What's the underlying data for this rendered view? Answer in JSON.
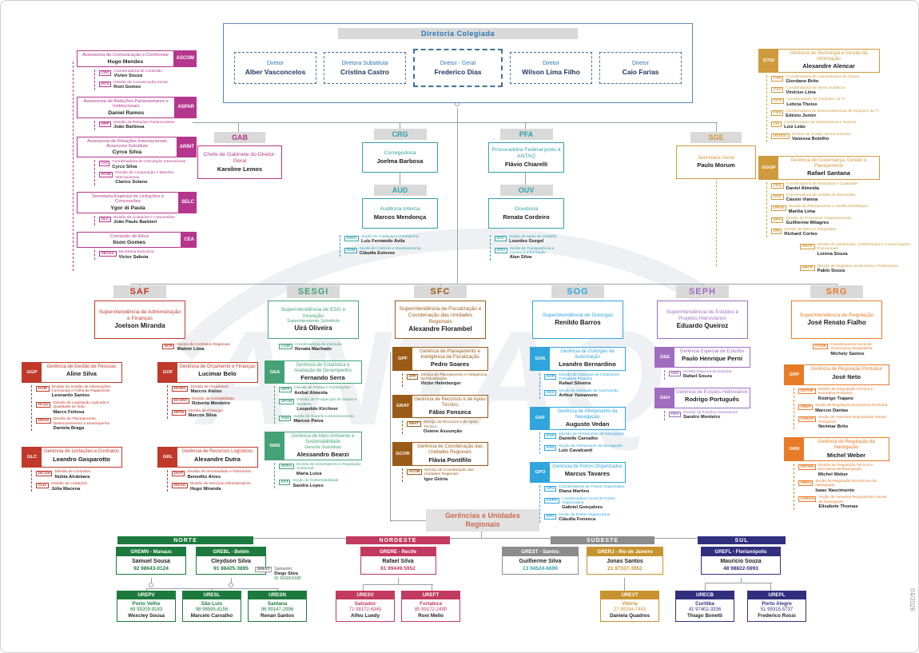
{
  "page": {
    "watermark": "ANTAQ",
    "date_note": "04/2026"
  },
  "colors": {
    "magenta": "#b5368d",
    "teal": "#31a2ac",
    "gold": "#cf9a3c",
    "board_blue": "#2e75b6",
    "saf_red": "#c0392b",
    "sesgi_green": "#45a277",
    "sfc_brown": "#9a5b16",
    "sog_blue": "#2fa5dc",
    "seph_purple": "#a06cc0",
    "srg_orange": "#e87b27"
  },
  "board": {
    "title": "Diretoria Colegiada",
    "directors": [
      {
        "role": "Diretor",
        "name": "Alber Vasconcelos"
      },
      {
        "role": "Diretora Substituta",
        "name": "Cristina Castro"
      },
      {
        "role": "Diretor - Geral",
        "name": "Frederico Dias"
      },
      {
        "role": "Diretor",
        "name": "Wilson Lima Filho"
      },
      {
        "role": "Diretor",
        "name": "Caio Farias"
      }
    ]
  },
  "gab": {
    "code": "GAB",
    "title": "Chefe de Gabinete do Diretor-Geral",
    "name": "Karoline Lemos"
  },
  "left_units": [
    {
      "code": "ASCOM",
      "title": "Assessoria de Comunicação e Cerimonial",
      "name": "Hugo Mendes",
      "children": [
        {
          "code": "CDC",
          "title": "Coordenadoria de Conteúdo",
          "name": "Vivien Souza"
        },
        {
          "code": "DCS",
          "title": "Divisão de Comunicação Social",
          "name": "Roni Gomes"
        }
      ]
    },
    {
      "code": "ASPAR",
      "title": "Assessoria de Relações Parlamentares e Institucionais",
      "name": "Daniel Ramos",
      "children": [
        {
          "code": "DRP",
          "title": "Divisão de Relações Parlamentares",
          "name": "João Barbosa"
        }
      ]
    },
    {
      "code": "ARINT",
      "title": "Assessoria de Relações Internacionais",
      "role_note": "Assessora Substituta",
      "name": "Cyrce Silva",
      "children": [
        {
          "code": "CAI",
          "title": "Coordenadoria de Articulação Internacional",
          "name": "Cyrce Silva"
        },
        {
          "code": "DCMI",
          "title": "Divisão de Cooperação e Missões Internacionais",
          "name": "Clarice Solano"
        }
      ]
    },
    {
      "code": "SELC",
      "title": "Secretaria Especial de Licitações e Concessões",
      "name": "Ygor di Paula",
      "children": [
        {
          "code": "DLC",
          "title": "Divisão de Licitações e Concessões",
          "name": "João Paulo Barbieri"
        }
      ]
    },
    {
      "code": "CEA",
      "title": "Comissão de Ética",
      "name": "Ilson Gomes",
      "children": [
        {
          "code": "SECEA",
          "title": "Secretaria Executiva",
          "name": "Victor Saboia"
        }
      ]
    }
  ],
  "center_units": [
    {
      "code": "CRG",
      "title": "Corregedoria",
      "name": "Joelma Barbosa",
      "children": []
    },
    {
      "code": "PFA",
      "title": "Procuradoria Federal junto à ANTAQ",
      "name": "Flávio Chiarelli",
      "children": []
    },
    {
      "code": "AUD",
      "title": "Auditoria Interna",
      "name": "Marcos Mendonça",
      "children": [
        {
          "code": "SAVC",
          "title": "Seção de Avaliação e Consultoria",
          "name": "Luiz Fernando Avila"
        },
        {
          "code": "SCM",
          "title": "Seção de Controle e Monitoramento",
          "name": "Cláudia Esteves"
        }
      ]
    },
    {
      "code": "OUV",
      "title": "Ouvidoria",
      "name": "Renata Cordeiro",
      "children": [
        {
          "code": "SAC",
          "title": "Seção de Apoio ao Cidadão",
          "name": "Lourdes Gurgel"
        },
        {
          "code": "STAI",
          "title": "Seção de Transparência e Acesso à Informação",
          "name": "Alan Silva"
        }
      ]
    }
  ],
  "gtgi": {
    "code": "GTGI",
    "title": "Gerência de Tecnologia e Gestão da Informação",
    "name": "Alexandre Alencar",
    "children": [
      {
        "code": "CAD",
        "title": "Coordenadoria de Administração de Dados",
        "name": "Giordano Brito"
      },
      {
        "code": "CAA",
        "title": "Coordenadoria de Ativos Analíticos",
        "name": "Vinícius Lima"
      },
      {
        "code": "CCTI",
        "title": "Coordenadoria de Contratos de TI",
        "name": "Letícia Theiss"
      },
      {
        "code": "CDS",
        "title": "Coordenadoria de Desenvolvimento de Soluções de TI",
        "name": "Edésio Junior"
      },
      {
        "code": "CIS",
        "title": "Coordenadoria de Infraestrutura e Suporte",
        "name": "Luiz Leão"
      },
      {
        "code": "DGDOC",
        "title": "Divisão de Gestão de Documentos",
        "name": "Vanessa Botelho"
      }
    ]
  },
  "sge": {
    "code": "SGE",
    "title": "Secretaria Geral",
    "name": "Paulo Morum",
    "children": [
      {
        "code": "DDCP",
        "title": "Divisão de Distribuição, Deliberações e Comunicações Processuais",
        "name": "Lorena Souza"
      },
      {
        "code": "DRCP",
        "title": "Divisão de Registros de Diretoria e Publicações",
        "name": "Pablo Souza"
      }
    ]
  },
  "gggp": {
    "code": "GGGP",
    "title": "Gerência de Governança, Gestão e Planejamento",
    "name": "Rafael Santana",
    "children": [
      {
        "code": "CRQ",
        "title": "Coordenadoria de Requisitos e Qualidade",
        "name": "Daniel Almeida"
      },
      {
        "code": "DGD",
        "title": "Coordenadoria de Gestão de Demandas",
        "name": "Cássio Vianna"
      },
      {
        "code": "DPGE",
        "title": "Divisão de Planejamento e Gestão Estratégica",
        "name": "Marília Lima"
      },
      {
        "code": "DPO",
        "title": "Divisão de Processos Organizacionais",
        "name": "Guilherme Milagres"
      },
      {
        "code": "DRI",
        "title": "Divisão de Risco e Integridade",
        "name": "Richard Cortes"
      }
    ]
  },
  "superintendencies": [
    {
      "code": "SAF",
      "title": "Superintendência de Administração e Finanças",
      "name": "Joelson Miranda",
      "aides": [
        {
          "code": "NCR",
          "title": "Núcleo de Contratos Regionais",
          "name": "Walmir Lima"
        }
      ],
      "units": [
        {
          "code": "GGP",
          "title": "Gerência de Gestão de Pessoas",
          "name": "Aline Silva",
          "children": [
            {
              "code": "DGIP",
              "title": "Divisão de Gestão de Informações Funcionais e Folha de Pagamento",
              "name": "Leonardo Santos"
            },
            {
              "code": "DLQV",
              "title": "Divisão de Legislação Aplicada e Qualidade de Vida",
              "name": "Marco Feitosa"
            },
            {
              "code": "DPDD",
              "title": "Divisão de Planejamento, Desenvolvimento e Desempenho",
              "name": "Daniela Braga"
            }
          ]
        },
        {
          "code": "GOF",
          "title": "Gerência de Orçamento e Finanças",
          "name": "Lucimar Belo",
          "children": [
            {
              "code": "DIORC",
              "title": "Divisão de Orçamento",
              "name": "Marcos Aleixo"
            },
            {
              "code": "DCONT",
              "title": "Divisão de Contabilidade",
              "name": "Roberta Monteiro"
            },
            {
              "code": "DIFIN",
              "title": "Divisão de Finanças",
              "name": "Marcos Silva"
            }
          ]
        },
        {
          "code": "GLC",
          "title": "Gerência de Licitações e Contratos",
          "name": "Leandro Gasparotto",
          "children": [
            {
              "code": "DICON",
              "title": "Divisão de Contratos",
              "name": "Núbia Alcântara"
            },
            {
              "code": "CLIC",
              "title": "Divisão de Licitações",
              "name": "Júlia Macena"
            }
          ]
        },
        {
          "code": "GRL",
          "title": "Gerência de Recursos Logísticos",
          "name": "Alexandre Dutra",
          "children": [
            {
              "code": "DIAP",
              "title": "Divisão de Almoxarifado e Patrimônio",
              "name": "Benedito Alves"
            },
            {
              "code": "DISAD",
              "title": "Divisão de Serviços Administrativos",
              "name": "Hugo Miranda"
            }
          ]
        }
      ]
    },
    {
      "code": "SESGI",
      "title": "Superintendência de ESG e Inovação",
      "role_note": "Superintendente Substituto",
      "name": "Uirá Oliveira",
      "aides": [
        {
          "code": "COIN",
          "title": "Coordenadoria de Inovação",
          "name": "Renata Machado"
        }
      ],
      "units": [
        {
          "code": "GEA",
          "title": "Gerência de Estatística e Avaliação de Desempenho",
          "name": "Fernando Serra",
          "children": [
            {
              "code": "DIPP",
              "title": "Divisão de Portais e Publicações",
              "name": "Aníbal Almeida"
            },
            {
              "code": "DPOM",
              "title": "Divisão de Prospecção de Dados e Modelos",
              "name": "Leopoldo Kirchner"
            },
            {
              "code": "SSM",
              "title": "Seção de Suporte e Monitoramento",
              "name": "Marcos Paiva"
            }
          ]
        },
        {
          "code": "GMS",
          "title": "Gerência de Meio Ambiente e Sustentabilidade",
          "role_note": "Gerente Substituto",
          "name": "Alessandro Bearzi",
          "children": [
            {
              "code": "DDRA",
              "title": "Divisão de Desempenho e Regulação Ambiental",
              "name": "Maria Luiza"
            },
            {
              "code": "SST",
              "title": "Seção de Sustentabilidade",
              "name": "Sandra Lopes"
            }
          ]
        }
      ]
    },
    {
      "code": "SFC",
      "title": "Superintendência de Fiscalização e Coordenação das Unidades Regionais",
      "name": "Alexandre Florambel",
      "aides": [],
      "units": [
        {
          "code": "GPF",
          "title": "Gerência de Planejamento e Inteligência da Fiscalização",
          "name": "Pedro Soares",
          "children": [
            {
              "code": "SPF",
              "title": "Serviço de Planejamento e Inteligência da Fiscalização",
              "name": "Victor Heimburger"
            }
          ]
        },
        {
          "code": "GRAT",
          "title": "Gerência de Recursos e de Apoio Técnico",
          "name": "Fábio Fonseca",
          "children": [
            {
              "code": "SRAT",
              "title": "Serviço de Recursos e de Apoio Técnico",
              "name": "Osiene Assunção"
            }
          ]
        },
        {
          "code": "GCOR",
          "title": "Gerência de Coordenação das Unidades Regionais",
          "name": "Flávia Pontífilo",
          "children": [
            {
              "code": "SCOB",
              "title": "Serviço de Coordenação das Unidades Regionais",
              "name": "Igor Glória"
            }
          ]
        }
      ]
    },
    {
      "code": "SOG",
      "title": "Superintendência de Outorgas",
      "name": "Renildo Barros",
      "aides": [],
      "units": [
        {
          "code": "GOA",
          "title": "Gerência de Outorgas de Autorização",
          "name": "Leandro Bernardino",
          "children": [
            {
              "code": "DOP",
              "title": "Divisão de Outorgas de Instalações Portuárias Privadas",
              "name": "Rafael Silveira"
            },
            {
              "code": "SOA",
              "title": "Seção de Outorgas de Autorização",
              "name": "Arthur Yamamoto"
            }
          ]
        },
        {
          "code": "GAF",
          "title": "Gerência de Afretamento da Navegação",
          "name": "Augusto Vedan",
          "children": [
            {
              "code": "DAN",
              "title": "Divisão de Afretamento da Navegação",
              "name": "Danielle Carvalho"
            },
            {
              "code": "SAN",
              "title": "Seção de Afretamento da Navegação",
              "name": "Luiz Cavalcanti"
            }
          ]
        },
        {
          "code": "GPO",
          "title": "Gerência de Portos Organizados",
          "name": "Marcus Tavares",
          "children": [
            {
              "code": "CPO",
              "title": "Coordenadoria de Portos Organizados",
              "name": "Diana Martins"
            },
            {
              "code": "CGPO",
              "title": "Coordenadoria Geral de Portos Organizados",
              "name": "Gabriel Gonçalves"
            },
            {
              "code": "SPO",
              "title": "Seção de Portos Organizados",
              "name": "Cláudia Fonseca"
            }
          ]
        }
      ]
    },
    {
      "code": "SEPH",
      "title": "Superintendência de Estudos e Projetos Hidroviários",
      "name": "Eduardo Queiroz",
      "aides": [],
      "units": [
        {
          "code": "GEE",
          "title": "Gerência Especial de Estudos",
          "name": "Paulo Henrique Perni",
          "children": [
            {
              "code": "DEE",
              "title": "Divisão Especial de Estudos",
              "name": "Rafael Souza"
            }
          ]
        },
        {
          "code": "GEH",
          "title": "Gerência de Estudos Hidroviários",
          "name": "Rodrigo Português",
          "children": [
            {
              "code": "DEH",
              "title": "Divisão de Estudos Hidroviários",
              "name": "Sandro Monteiro"
            }
          ]
        }
      ]
    },
    {
      "code": "SRG",
      "title": "Superintendência de Regulação",
      "name": "José Renato Fialho",
      "aides": [
        {
          "code": "CGGR",
          "title": "Coordenadoria Geral de Governança Regulatória",
          "name": "Michely Santos"
        }
      ],
      "units": [
        {
          "code": "GRP",
          "title": "Gerência de Regulação Portuária",
          "name": "José Neto",
          "children": [
            {
              "code": "DRTNP",
              "title": "Divisão de Regulação Técnica e Normativa Portuária",
              "name": "Rodrigo Trajano"
            },
            {
              "code": "SREP",
              "title": "Seção de Regulação Econômica Portuária",
              "name": "Marcos Dantas"
            },
            {
              "code": "SARGP",
              "title": "Seção de Assuntos Regulatórios Gerais Portuários",
              "name": "Nerimar Brito"
            }
          ]
        },
        {
          "code": "GRN",
          "title": "Gerência de Regulação da Navegação",
          "name": "Michel Weber",
          "children": [
            {
              "code": "DRTNN",
              "title": "Divisão de Regulação Técnica e Normativa da Navegação",
              "name": "Michel Weber"
            },
            {
              "code": "SREN",
              "title": "Seção de Regulação Econômica da Navegação",
              "name": "Isaac Nascimento"
            },
            {
              "code": "SARGN",
              "title": "Seção de Assuntos Regulatórios Gerais da Navegação",
              "name": "Elisabete Thomas"
            }
          ]
        }
      ]
    }
  ],
  "regional": {
    "title": "Gerências e Unidades Regionais",
    "regions": [
      {
        "name": "NORTE",
        "color": "#1d7a3e",
        "main": [
          {
            "label": "GREMN - Manaus",
            "name": "Samuel Sousa",
            "phone": "92 98643-0124"
          },
          {
            "label": "GREBL - Belém",
            "name": "Cleydson Silva",
            "phone": "91 98425-3895"
          }
        ],
        "sub": [
          {
            "code": "DREST",
            "city": "Santarém",
            "name": "Diego Silva",
            "phone": "91 99118-6180"
          }
        ],
        "units": [
          {
            "code": "UREPV",
            "city": "Porto Velho",
            "phone": "69 99209-9183",
            "name": "Wexcley Sousa"
          },
          {
            "code": "URESL",
            "city": "São Luís",
            "phone": "98 98595-8156",
            "name": "Marcelo Carvalho"
          },
          {
            "code": "URESN",
            "city": "Santana",
            "phone": "96 99147-2996",
            "name": "Renan Santos"
          }
        ]
      },
      {
        "name": "NORDESTE",
        "color": "#c23a5f",
        "main": [
          {
            "label": "GRERE - Recife",
            "name": "Rafael Silva",
            "phone": "81 99449-5952"
          }
        ],
        "sub": [],
        "units": [
          {
            "code": "URESV",
            "city": "Salvador",
            "phone": "71 98172-6345",
            "name": "Alfeu Luedy"
          },
          {
            "code": "UREFT",
            "city": "Fortaleza",
            "phone": "85 99172-2490",
            "name": "Roni Mello"
          }
        ]
      },
      {
        "name": "SUDESTE",
        "color": "#8c8c8c",
        "main": [
          {
            "label": "GREST - Santos",
            "name": "Guilherme Silva",
            "phone": "13 94524-6699"
          },
          {
            "label": "GRERJ - Rio de Janeiro",
            "name": "Jonas Santos",
            "phone": "21 97337-3952"
          }
        ],
        "sub": [],
        "units": [
          {
            "code": "UREVT",
            "city": "Vitória",
            "phone": "27 99294-7493",
            "name": "Daniela Quadros"
          }
        ]
      },
      {
        "name": "SUL",
        "color": "#312f7e",
        "main": [
          {
            "label": "GREFL - Florianópolis",
            "name": "Maurício Souza",
            "phone": "48 98822-5993"
          }
        ],
        "sub": [],
        "units": [
          {
            "code": "URECB",
            "city": "Curitiba",
            "phone": "41 97402-3336",
            "name": "Thiago Bonetti"
          },
          {
            "code": "UREPL",
            "city": "Porto Alegre",
            "phone": "51 99315-5737",
            "name": "Frederico Rossi"
          }
        ]
      }
    ]
  }
}
